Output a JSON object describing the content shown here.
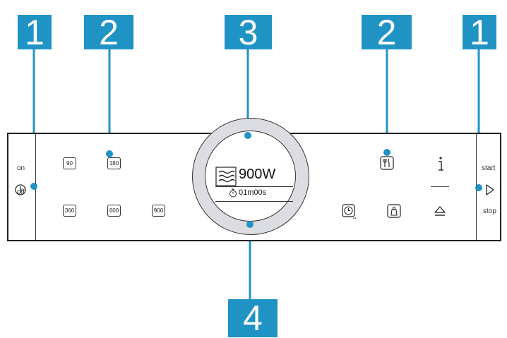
{
  "callouts": {
    "c1_left": "1",
    "c2_left": "2",
    "c3": "3",
    "c2_right": "2",
    "c1_right": "1",
    "c4": "4"
  },
  "panel": {
    "left_labels": {
      "on": "on",
      "off": "off"
    },
    "right_labels": {
      "start": "start",
      "stop": "stop"
    },
    "buttons": {
      "b90": "90",
      "b180": "180",
      "b360": "360",
      "b600": "600",
      "b900": "900"
    },
    "display": {
      "power": "900W",
      "timer": "01m00s"
    }
  },
  "icons": {
    "power": "power-icon",
    "start": "play-triangle-icon",
    "menu": "cutlery-icon",
    "info": "info-icon",
    "clock": "clock-icon",
    "weight": "weight-icon",
    "eject": "eject-icon",
    "waves": "microwave-waves-icon",
    "timer": "stopwatch-icon"
  },
  "colors": {
    "accent": "#1f93c4",
    "ring": "#dcdde2",
    "line": "#222222"
  }
}
